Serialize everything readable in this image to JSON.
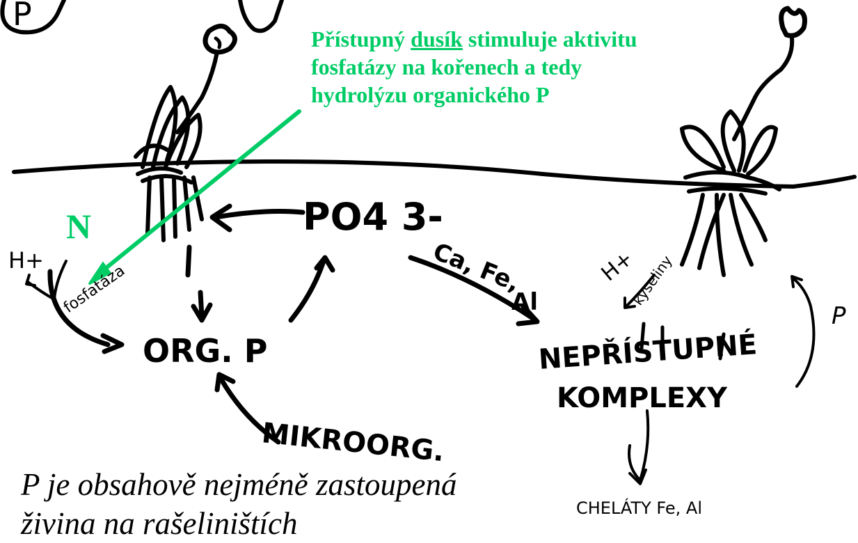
{
  "header_letter": "P",
  "note": {
    "before": "Přístupný ",
    "keyword": "dusík",
    "after": " stimuluje aktivitu fosfatázy na kořenech a tedy hydrolýzu organického P"
  },
  "labels": {
    "nitrogen": "N",
    "proton_left": "H+",
    "phosphatase": "fosfatáza",
    "phosphate": "PO4 3-",
    "org_p": "ORG. P",
    "microorganisms": "MIKROORG.",
    "metals_top": "Ca, Fe,",
    "metals_bottom": "Al",
    "proton_right": "H+",
    "acids": "kyseliny",
    "p_right": "P",
    "complex_line1": "NEPŘÍSTUPNÉ",
    "complex_line2": "KOMPLEXY",
    "chelates": "CHELÁTY Fe, Al"
  },
  "caption": "P je obsahově nejméně zastoupená živina na rašeliništích",
  "colors": {
    "accent": "#00cc66",
    "ink": "#000000"
  }
}
